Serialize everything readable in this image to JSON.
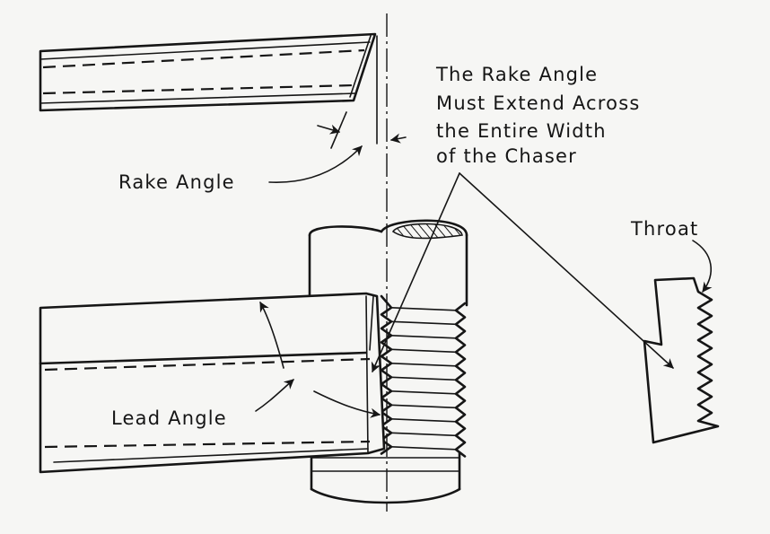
{
  "labels": {
    "rake_note": [
      "The Rake Angle",
      "Must Extend Across",
      "the Entire Width",
      "of the Chaser"
    ],
    "rake_angle": "Rake Angle",
    "lead_angle": "Lead Angle",
    "throat": "Throat"
  },
  "colors": {
    "ink": "#161616",
    "paper": "#f6f6f4"
  }
}
